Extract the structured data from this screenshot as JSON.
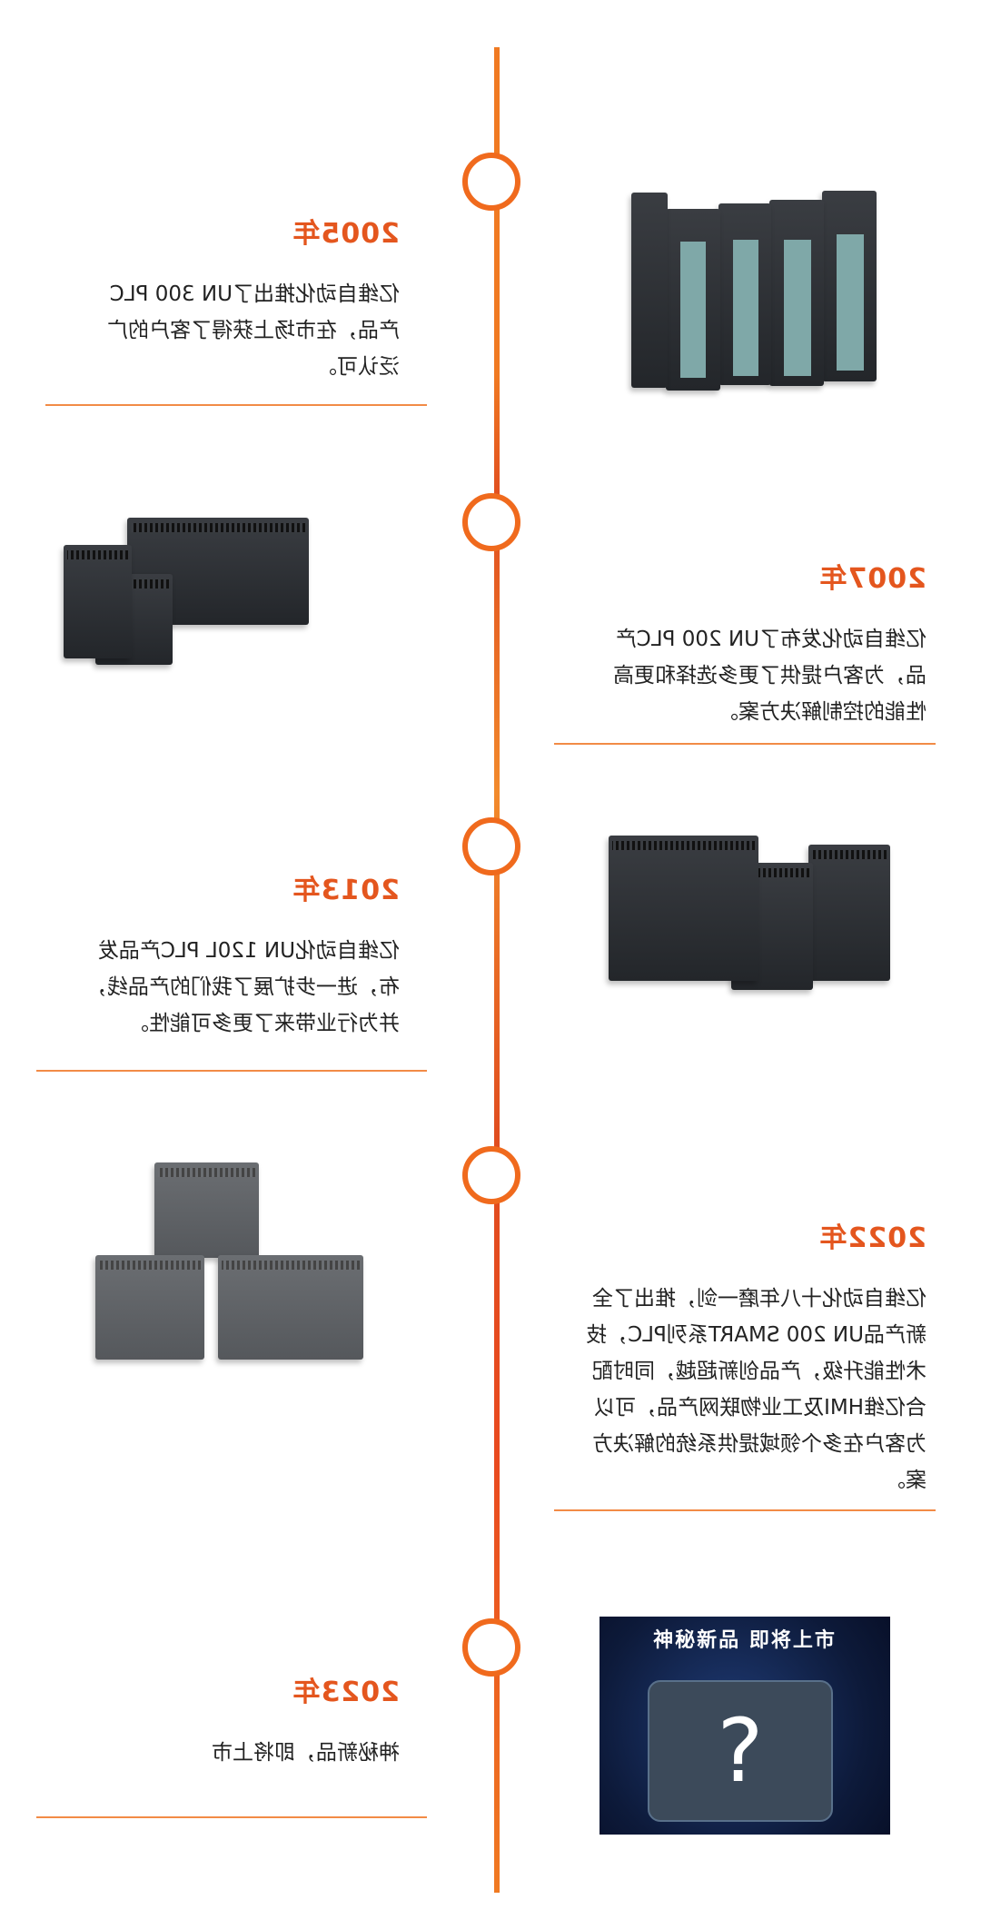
{
  "timeline": [
    {
      "year": "2005年",
      "desc": "亿维自动化推出了UN 300 PLC产品，在市场上获得了客户的广泛认可。"
    },
    {
      "year": "2007年",
      "desc": "亿维自动化发布了UN 200 PLC产品，为客户提供了更多选择和更高性能的控制解决方案。"
    },
    {
      "year": "2013年",
      "desc": "亿维自动化UN 120L PLC产品发布，进一步扩展了我们的产品线，并为行业带来了更多可能性。"
    },
    {
      "year": "2022年",
      "desc": "亿维自动化十八年磨一剑，推出了全新产品UN 200 SMART系列PLC，技术性能升级，产品创新超越，同时配合亿维HMI及工业物联网产品，可以为客户在多个领域提供系统的解决方案。"
    },
    {
      "year": "2023年",
      "desc": "神秘新品，即将上市"
    }
  ],
  "mystery_card": {
    "title": "神秘新品 即将上市",
    "symbol": "?"
  },
  "colors": {
    "accent": "#f06a1d",
    "year_text": "#e4561e"
  },
  "icons": [
    "plc-module-photo",
    "plc-module-photo",
    "plc-module-photo",
    "plc-module-photo",
    "mystery-product-image"
  ]
}
